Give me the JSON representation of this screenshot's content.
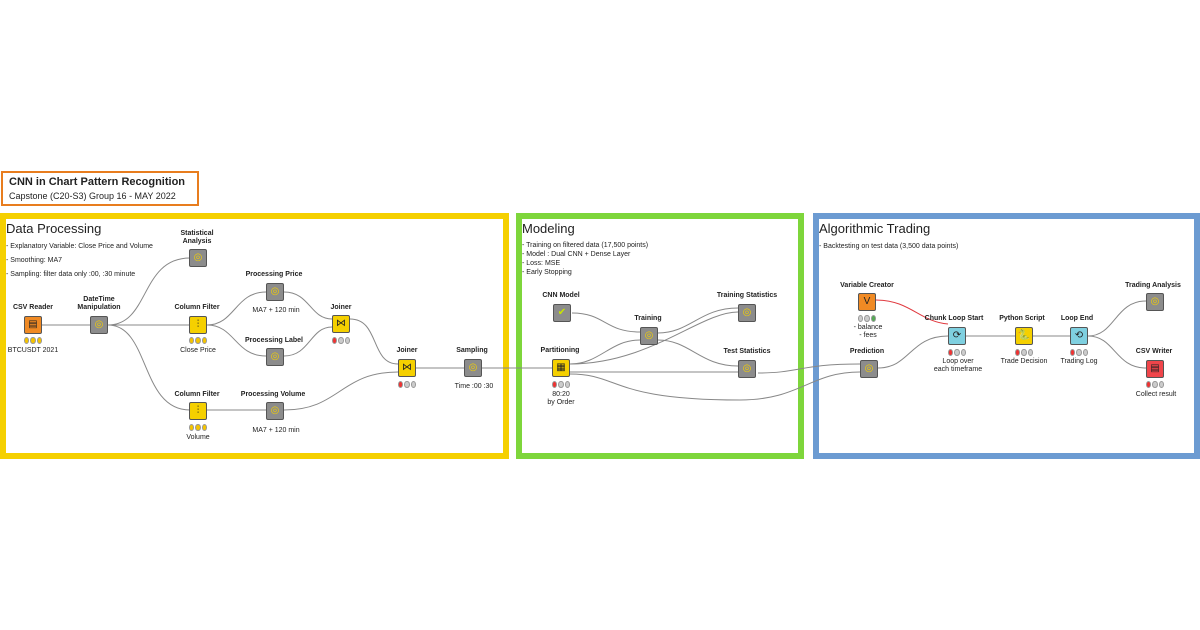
{
  "title": {
    "main": "CNN in Chart Pattern Recognition",
    "sub": "Capstone (C20-S3) Group 16 - MAY 2022"
  },
  "colors": {
    "data_processing": "#f5d000",
    "modeling": "#7ed63b",
    "trading": "#6c9bd2",
    "title_border": "#e87d1e",
    "wire": "#888888",
    "variable_wire": "#e0383e"
  },
  "sections": {
    "data_processing": {
      "title": "Data Processing",
      "notes": [
        "- Explanatory Variable: Close Price and Volume",
        "- Smoothing: MA7",
        "- Sampling: filter data only :00, :30 minute"
      ]
    },
    "modeling": {
      "title": "Modeling",
      "notes": [
        "- Training on filtered data (17,500 points)",
        "- Model : Dual CNN + Dense Layer",
        "- Loss: MSE",
        "- Early Stopping"
      ]
    },
    "trading": {
      "title": "Algorithmic Trading",
      "notes": [
        "- Backtesting on test data (3,500 data points)"
      ]
    }
  },
  "nodes": {
    "csv_reader": {
      "name": "CSV Reader",
      "caption": "BTCUSDT 2021",
      "icon": "table-reader-icon"
    },
    "datetime": {
      "name": "DateTime\nManipulation",
      "caption": "",
      "icon": "datetime-icon"
    },
    "stat_analysis": {
      "name": "Statistical\nAnalysis",
      "caption": "",
      "icon": "component-icon"
    },
    "col_filter_price": {
      "name": "Column Filter",
      "caption": "Close Price",
      "icon": "filter-icon"
    },
    "proc_price": {
      "name": "Processing Price",
      "caption": "MA7 + 120 min",
      "icon": "component-icon"
    },
    "proc_label": {
      "name": "Processing Label",
      "caption": "",
      "icon": "component-icon"
    },
    "joiner1": {
      "name": "Joiner",
      "caption": "",
      "icon": "joiner-icon"
    },
    "col_filter_vol": {
      "name": "Column Filter",
      "caption": "Volume",
      "icon": "filter-icon"
    },
    "proc_volume": {
      "name": "Processing Volume",
      "caption": "MA7 + 120 min",
      "icon": "component-icon"
    },
    "joiner2": {
      "name": "Joiner",
      "caption": "",
      "icon": "joiner-icon"
    },
    "sampling": {
      "name": "Sampling",
      "caption": "Time :00 :30",
      "icon": "component-icon"
    },
    "cnn_model": {
      "name": "CNN Model",
      "caption": "",
      "icon": "check-icon"
    },
    "partitioning": {
      "name": "Partitioning",
      "caption": "80:20\nby Order",
      "icon": "grid-icon"
    },
    "training": {
      "name": "Training",
      "caption": "",
      "icon": "component-icon"
    },
    "train_stats": {
      "name": "Training Statistics",
      "caption": "",
      "icon": "component-icon"
    },
    "test_stats": {
      "name": "Test Statistics",
      "caption": "",
      "icon": "component-icon"
    },
    "variable_creator": {
      "name": "Variable Creator",
      "caption": "- balance\n- fees",
      "icon": "variable-icon"
    },
    "prediction": {
      "name": "Prediction",
      "caption": "",
      "icon": "component-icon"
    },
    "chunk_loop": {
      "name": "Chunk Loop Start",
      "caption": "Loop over\neach timeframe",
      "icon": "loop-start-icon"
    },
    "python_script": {
      "name": "Python Script",
      "caption": "Trade Decision",
      "icon": "python-icon"
    },
    "loop_end": {
      "name": "Loop End",
      "caption": "Trading Log",
      "icon": "loop-end-icon"
    },
    "trading_analysis": {
      "name": "Trading Analysis",
      "caption": "",
      "icon": "component-icon"
    },
    "csv_writer": {
      "name": "CSV Writer",
      "caption": "Collect result",
      "icon": "table-writer-icon"
    }
  }
}
